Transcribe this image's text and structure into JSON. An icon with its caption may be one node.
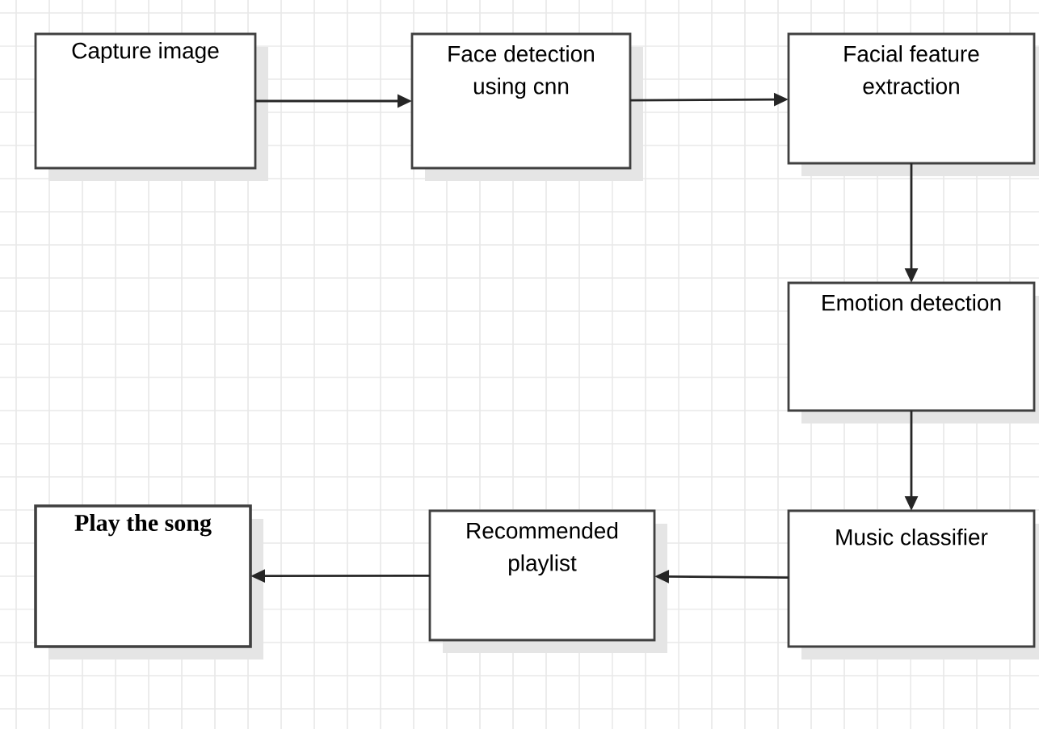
{
  "diagram": {
    "nodes": [
      {
        "text": [
          "Capture image"
        ]
      },
      {
        "text": [
          "Face detection using cnn"
        ]
      },
      {
        "text": [
          "Facial feature extraction"
        ]
      },
      {
        "text": [
          "Emotion detection"
        ]
      },
      {
        "text": [
          "Music classifier"
        ]
      },
      {
        "text": [
          "Recommended playlist"
        ]
      },
      {
        "text": [
          "Play the song"
        ]
      }
    ],
    "edges": [
      {
        "from": 0,
        "to": 1,
        "arrow": "to"
      },
      {
        "from": 1,
        "to": 2,
        "arrow": "to"
      },
      {
        "from": 2,
        "to": 3,
        "arrow": "to"
      },
      {
        "from": 3,
        "to": 4,
        "arrow": "to"
      },
      {
        "from": 4,
        "to": 5,
        "arrow": "to"
      },
      {
        "from": 5,
        "to": 6,
        "arrow": "to"
      }
    ]
  }
}
